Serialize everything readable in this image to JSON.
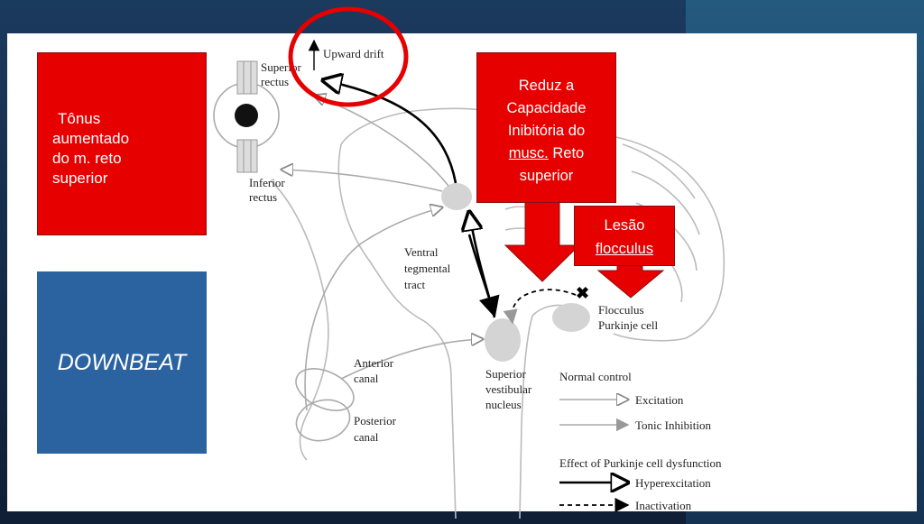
{
  "boxes": {
    "tonus": [
      "Tônus",
      "aumentado",
      "do m. reto",
      "superior"
    ],
    "downbeat": "DOWNBEAT",
    "reduz": [
      "Reduz a",
      "Capacidade",
      "Inibitória do",
      "musc.",
      " Reto",
      "superior"
    ],
    "lesao": [
      "Lesão",
      "flocculus"
    ]
  },
  "diagram": {
    "upward_drift": "Upward drift",
    "superior_rectus": [
      "Superior",
      "rectus"
    ],
    "inferior_rectus": [
      "Inferior",
      "rectus"
    ],
    "ventral_tegmental_tract": [
      "Ventral",
      "tegmental",
      "tract"
    ],
    "anterior_canal": [
      "Anterior",
      "canal"
    ],
    "posterior_canal": [
      "Posterior",
      "canal"
    ],
    "superior_vestibular_nucleus": [
      "Superior",
      "vestibular",
      "nucleus"
    ],
    "flocculus_purkinje": [
      "Flocculus",
      "Purkinje cell"
    ]
  },
  "legend": {
    "normal_title": "Normal control",
    "excitation": "Excitation",
    "tonic_inhibition": "Tonic Inhibition",
    "dysfunction_title": "Effect of Purkinje cell dysfunction",
    "hyperexcitation": "Hyperexcitation",
    "inactivation": "Inactivation"
  },
  "colors": {
    "red_box": "#e60000",
    "blue_box": "#2b63a0",
    "highlight_circle": "#e60000"
  }
}
